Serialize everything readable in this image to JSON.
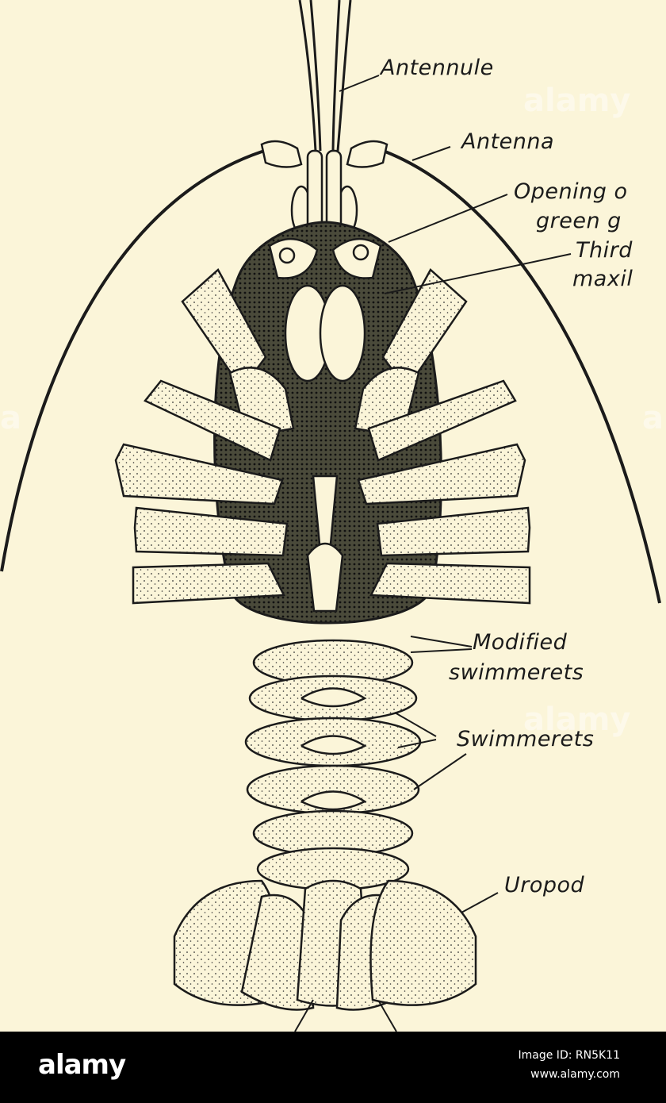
{
  "figure": {
    "labels": {
      "antennule": "Antennule",
      "antenna": "Antenna",
      "opening_line1": "Opening o",
      "opening_line2": "green g",
      "third_line1": "Third",
      "third_line2": "maxil",
      "modified_line1": "Modified",
      "modified_line2": "swimmerets",
      "swimmerets": "Swimmerets",
      "uropod": "Uropod"
    },
    "watermark": "alamy",
    "colors": {
      "paper": "#fbf5d9",
      "ink": "#1b1b1b"
    }
  },
  "footer": {
    "logo": "alamy",
    "image_id": "Image ID: RN5K11",
    "site": "www.alamy.com"
  }
}
